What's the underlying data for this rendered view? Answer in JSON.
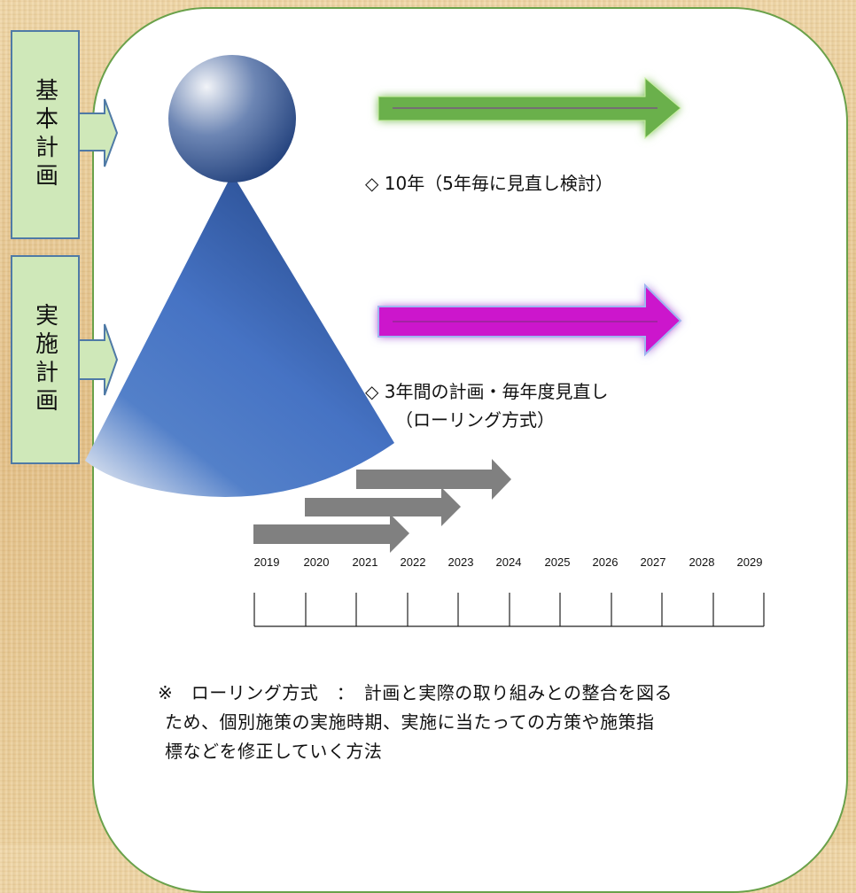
{
  "colors": {
    "panel_border": "#6aa14a",
    "label_fill": "#cfe8b9",
    "label_border": "#4f7aa6",
    "arrow_basic": "#6ab04c",
    "arrow_implement": "#cc14cc",
    "arrow_rolling": "#808080",
    "figure": "#3f67b4"
  },
  "labels": {
    "basic_plan": "基本計画",
    "implementation_plan": "実施計画"
  },
  "descriptions": {
    "basic_period": "◇ 10年（5年毎に見直し検討）",
    "implementation_period": "◇ 3年間の計画・毎年度見直し",
    "implementation_method": "（ローリング方式）"
  },
  "timeline": {
    "years": [
      "2019",
      "2020",
      "2021",
      "2022",
      "2023",
      "2024",
      "2025",
      "2026",
      "2027",
      "2028",
      "2029"
    ]
  },
  "note": {
    "line1": "※　ローリング方式　：　計画と実際の取り組みとの整合を図る",
    "line2": "ため、個別施策の実施時期、実施に当たっての方策や施策指",
    "line3": "標などを修正していく方法"
  }
}
